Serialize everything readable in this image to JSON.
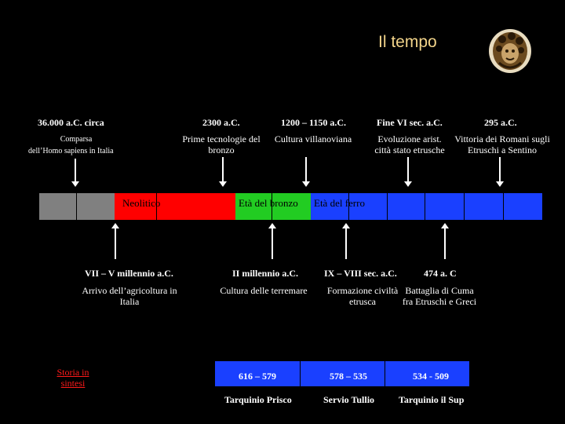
{
  "header": {
    "title": "Il tempo"
  },
  "top_events": [
    {
      "date": "36.000 a.C. circa",
      "desc_line1": "Comparsa",
      "desc_line2": "dell’Homo sapiens in Italia"
    },
    {
      "date": "2300 a.C.",
      "desc": "Prime tecnologie del bronzo"
    },
    {
      "date": "1200 – 1150 a.C.",
      "desc": "Cultura villanoviana"
    },
    {
      "date": "Fine VI sec. a.C.",
      "desc": "Evoluzione arist. città stato etrusche"
    },
    {
      "date": "295 a.C.",
      "desc": "Vittoria dei Romani sugli Etruschi a Sentino"
    }
  ],
  "timeline": {
    "segments": [
      {
        "label": "",
        "color": "#808080"
      },
      {
        "label": "Neolitico",
        "color": "#ff0000"
      },
      {
        "label": "Età del bronzo",
        "color": "#22cc22"
      },
      {
        "label": "Età del ferro",
        "color": "#1a40ff"
      }
    ]
  },
  "bottom_events": [
    {
      "date": "VII – V millennio a.C.",
      "desc": "Arrivo dell’agricoltura in Italia"
    },
    {
      "date": "II millennio a.C.",
      "desc": "Cultura delle terremare"
    },
    {
      "date": "IX – VIII sec. a.C.",
      "desc": "Formazione civiltà etrusca"
    },
    {
      "date": "474 a. C",
      "desc": "Battaglia di Cuma fra Etruschi e Greci"
    }
  ],
  "kings": [
    {
      "years": "616 – 579",
      "name": "Tarquinio Prisco"
    },
    {
      "years": "578 – 535",
      "name": "Servio Tullio"
    },
    {
      "years": "534 - 509",
      "name": "Tarquinio il Sup"
    }
  ],
  "link": {
    "label": "Storia in sintesi"
  },
  "colors": {
    "background": "#000000",
    "title": "#f2d48a",
    "link": "#ff1a1a",
    "kings_box": "#1a40ff"
  },
  "icons": {
    "logo": "etruscan-head-logo"
  }
}
